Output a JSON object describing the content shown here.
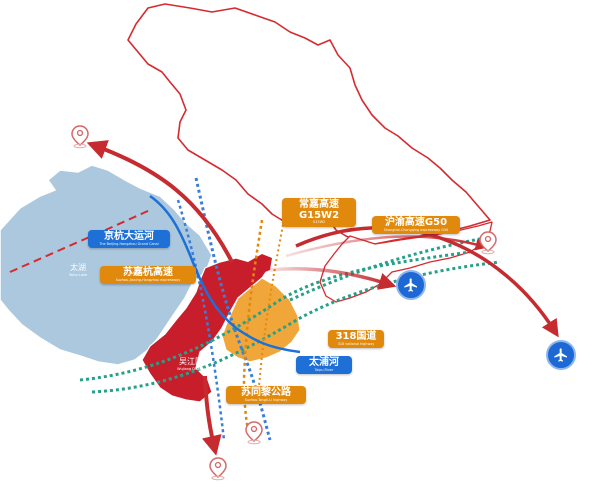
{
  "map": {
    "colors": {
      "lake": "#abc8de",
      "region_outline": "#d72a2f",
      "district_red": "#c81e2c",
      "district_orange": "#f1a63a",
      "label_blue": "#1e6fd6",
      "label_orange": "#e0890c",
      "rail_teal": "#27a08a",
      "rail_blue": "#3a7fd6",
      "route_red": "#c62b30",
      "airport_blue": "#1d68d4"
    },
    "labels": {
      "grand_canal": {
        "zh": "京杭大运河",
        "en": "The Beijing-Hangzhou Grand Canal"
      },
      "sujiahang": {
        "zh": "苏嘉杭高速",
        "en": "Suzhou-Jiaxing-Hangzhou expressway"
      },
      "changjia": {
        "zh": "常嘉高速G15W2",
        "en": "G15W2"
      },
      "huyu": {
        "zh": "沪渝高速G50",
        "en": "Shanghai-Chongqing expressway G50"
      },
      "g318": {
        "zh": "318国道",
        "en": "318 national highway"
      },
      "taipu": {
        "zh": "太浦河",
        "en": "Taipu River"
      },
      "wujiang": {
        "zh": "吴江区",
        "en": "Wujiang District"
      },
      "sutongli": {
        "zh": "苏同黎公路",
        "en": "Suzhou-Tongli-Li highway"
      },
      "taihu": {
        "zh": "太湖",
        "en": "Taihu Lake"
      }
    },
    "icons": {
      "airport": "airplane-icon",
      "location": "location-pin-icon"
    }
  }
}
